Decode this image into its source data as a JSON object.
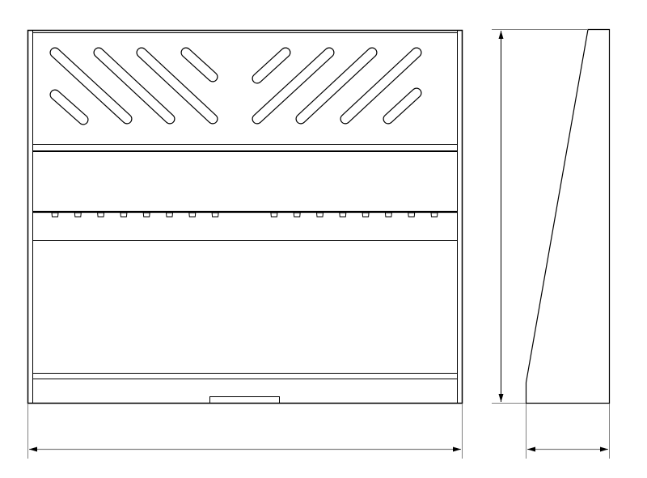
{
  "drawing": {
    "views": [
      "front-view",
      "side-view"
    ],
    "front": {
      "slot_groups": [
        "left",
        "right"
      ],
      "tab_count_per_side": 8
    },
    "colors": {
      "line": "#000000",
      "dimension": "#808080",
      "background": "#ffffff"
    }
  }
}
